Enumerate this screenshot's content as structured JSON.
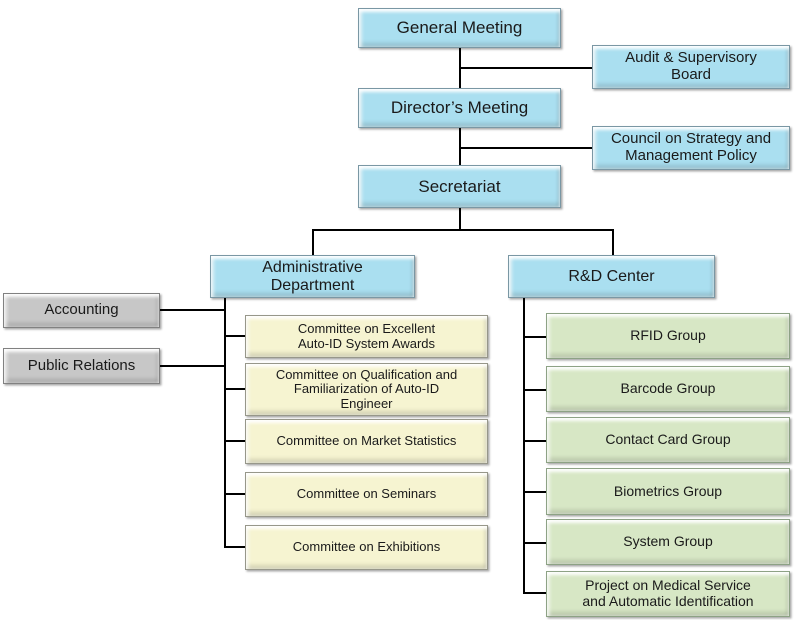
{
  "nodes": {
    "general_meeting": "General Meeting",
    "audit_board": "Audit & Supervisory\nBoard",
    "directors_meeting": "Director’s Meeting",
    "council": "Council on Strategy and\nManagement Policy",
    "secretariat": "Secretariat",
    "admin_dept": "Administrative\nDepartment",
    "rd_center": "R&D Center",
    "accounting": "Accounting",
    "public_relations": "Public Relations"
  },
  "committees": [
    "Committee on Excellent\nAuto-ID System Awards",
    "Committee on Qualification and\nFamiliarization of Auto-ID\nEngineer",
    "Committee on Market Statistics",
    "Committee on Seminars",
    "Committee on Exhibitions"
  ],
  "groups": [
    "RFID Group",
    "Barcode Group",
    "Contact Card Group",
    "Biometrics Group",
    "System Group",
    "Project on Medical Service\nand Automatic Identification"
  ],
  "colors": {
    "blue_box": "#aadff0",
    "yellow_box": "#f6f4d1",
    "green_box": "#d7e7c5",
    "gray_box": "#c7c7c7",
    "connector": "#000000"
  }
}
